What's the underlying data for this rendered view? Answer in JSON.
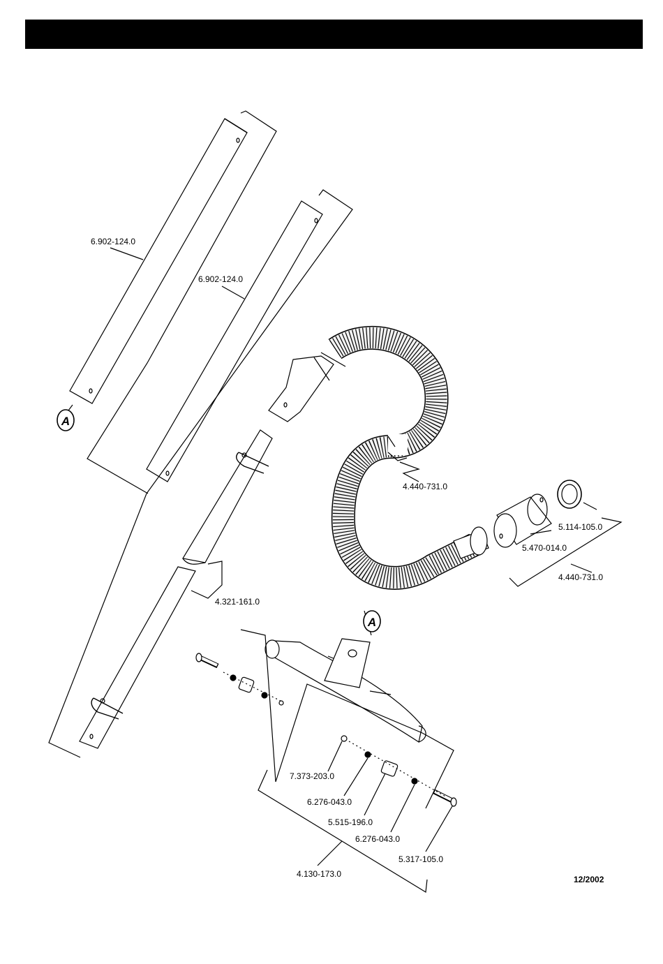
{
  "header": {
    "title": ""
  },
  "parts": {
    "rod_upper": "6.902-124.0",
    "rod_lower": "6.902-124.0",
    "hose_mid": "4.440-731.0",
    "seal_ring": "5.114-105.0",
    "adapter": "5.470-014.0",
    "hose_assembly": "4.440-731.0",
    "suction_tube": "4.321-161.0",
    "washer_a": "7.373-203.0",
    "nut_a": "6.276-043.0",
    "roller": "5.515-196.0",
    "nut_b": "6.276-043.0",
    "axle_pin": "5.317-105.0",
    "floor_nozzle": "4.130-173.0"
  },
  "callouts": {
    "a_top": "A",
    "a_nozzle": "A"
  },
  "footer": {
    "date": "12/2002"
  },
  "colors": {
    "ink": "#000000",
    "paper": "#ffffff",
    "hose_fill": "#f2f2f2"
  }
}
